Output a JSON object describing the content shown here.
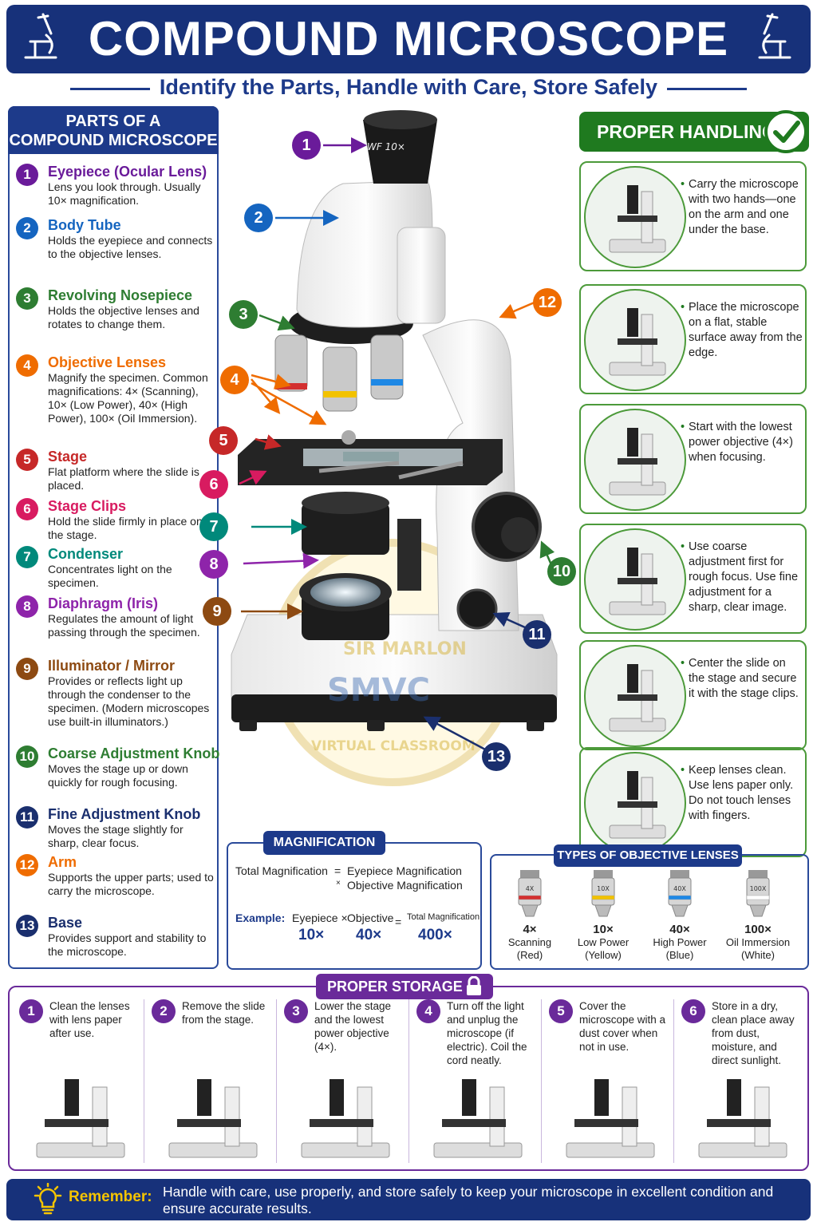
{
  "title": "COMPOUND MICROSCOPE",
  "subtitle": "Identify the Parts, Handle with Care, Store Safely",
  "parts_header": [
    "PARTS OF A",
    "COMPOUND MICROSCOPE"
  ],
  "parts": [
    {
      "num": "1",
      "name": "Eyepiece (Ocular Lens)",
      "desc": "Lens you look through. Usually 10× magnification.",
      "color": "#6a1b9a"
    },
    {
      "num": "2",
      "name": "Body Tube",
      "desc": "Holds the eyepiece and connects to the objective lenses.",
      "color": "#1565c0"
    },
    {
      "num": "3",
      "name": "Revolving Nosepiece",
      "desc": "Holds the objective lenses and rotates to change them.",
      "color": "#2e7d32"
    },
    {
      "num": "4",
      "name": "Objective Lenses",
      "desc": "Magnify the specimen. Common magnifications: 4× (Scanning), 10× (Low Power), 40× (High Power), 100× (Oil Immersion).",
      "color": "#ef6c00"
    },
    {
      "num": "5",
      "name": "Stage",
      "desc": "Flat platform where the slide is placed.",
      "color": "#c62828"
    },
    {
      "num": "6",
      "name": "Stage Clips",
      "desc": "Hold the slide firmly in place on the stage.",
      "color": "#d81b60"
    },
    {
      "num": "7",
      "name": "Condenser",
      "desc": "Concentrates light on the specimen.",
      "color": "#00897b"
    },
    {
      "num": "8",
      "name": "Diaphragm (Iris)",
      "desc": "Regulates the amount of light passing through the specimen.",
      "color": "#8e24aa"
    },
    {
      "num": "9",
      "name": "Illuminator / Mirror",
      "desc": "Provides or reflects light up through the condenser to the specimen. (Modern microscopes use built-in illuminators.)",
      "color": "#8d4a12"
    },
    {
      "num": "10",
      "name": "Coarse Adjustment Knob",
      "desc": "Moves the stage up or down quickly for rough focusing.",
      "color": "#2e7d32"
    },
    {
      "num": "11",
      "name": "Fine Adjustment Knob",
      "desc": "Moves the stage slightly for sharp, clear focus.",
      "color": "#1a2f6e"
    },
    {
      "num": "12",
      "name": "Arm",
      "desc": "Supports the upper parts; used to carry the microscope.",
      "color": "#ef6c00"
    },
    {
      "num": "13",
      "name": "Base",
      "desc": "Provides support and stability to the microscope.",
      "color": "#1a2f6e"
    }
  ],
  "eyepiece_label": "WF 10×",
  "handling_header": "PROPER HANDLING",
  "handling": [
    "Carry the microscope with two hands—one on the arm and one under the base.",
    "Place the microscope on a flat, stable surface away from the edge.",
    "Start with the lowest power objective (4×) when focusing.",
    "Use coarse adjustment first for rough focus. Use fine adjustment for a sharp, clear image.",
    "Center the slide on the stage and secure it with the stage clips.",
    "Keep lenses clean. Use lens paper only. Do not touch lenses with fingers."
  ],
  "magnification": {
    "header": "MAGNIFICATION",
    "formula_left": "Total Magnification",
    "formula_eq": "=",
    "formula_right1": "Eyepiece Magnification",
    "formula_times": "×",
    "formula_right2": "Objective Magnification",
    "example_label": "Example:",
    "eyepiece_label": "Eyepiece ×",
    "objective_label": "Objective",
    "eq": "=",
    "total_label": "Total Magnification",
    "eyepiece_value": "10×",
    "objective_value": "40×",
    "total_value": "400×"
  },
  "objective_types": {
    "header": "TYPES OF OBJECTIVE LENSES",
    "items": [
      {
        "mag": "4×",
        "name": "Scanning",
        "color_name": "(Red)",
        "band": "#d32f2f",
        "engraving": "4X"
      },
      {
        "mag": "10×",
        "name": "Low Power",
        "color_name": "(Yellow)",
        "band": "#f2c200",
        "engraving": "10X"
      },
      {
        "mag": "40×",
        "name": "High Power",
        "color_name": "(Blue)",
        "band": "#1e88e5",
        "engraving": "40X"
      },
      {
        "mag": "100×",
        "name": "Oil Immersion",
        "color_name": "(White)",
        "band": "#ffffff",
        "engraving": "100X"
      }
    ]
  },
  "storage": {
    "header": "PROPER STORAGE",
    "steps": [
      {
        "num": "1",
        "text": "Clean the lenses with lens paper after use."
      },
      {
        "num": "2",
        "text": "Remove the slide from the stage."
      },
      {
        "num": "3",
        "text": "Lower the stage and the lowest power objective (4×)."
      },
      {
        "num": "4",
        "text": "Turn off the light and unplug the microscope (if electric). Coil the cord neatly."
      },
      {
        "num": "5",
        "text": "Cover the microscope with a dust cover when not in use."
      },
      {
        "num": "6",
        "text": "Store in a dry, clean place away from dust, moisture, and direct sunlight."
      }
    ]
  },
  "remember": {
    "label": "Remember:",
    "text": "Handle with care, use properly, and store safely to keep your microscope in excellent condition and ensure accurate results."
  },
  "watermark": [
    "SIR MARLON",
    "SMVC",
    "VIRTUAL CLASSROOM"
  ],
  "icons": {
    "title_icons": "microscope-icon",
    "handling_check": "check-icon",
    "storage_lock": "lock-icon",
    "remember": "lightbulb-icon"
  }
}
